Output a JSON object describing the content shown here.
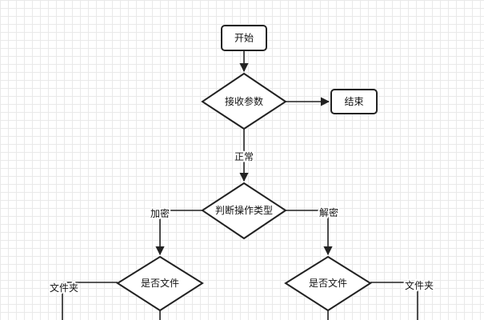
{
  "nodes": {
    "start": "开始",
    "receive_params": "接收参数",
    "end": "结束",
    "judge_op_type": "判断操作类型",
    "is_file_left": "是否文件",
    "is_file_right": "是否文件"
  },
  "edge_labels": {
    "normal": "正常",
    "encrypt": "加密",
    "decrypt": "解密",
    "folder_left": "文件夹",
    "folder_right": "文件夹"
  },
  "colors": {
    "stroke": "#222222",
    "fill": "#ffffff",
    "grid": "#e9e9e9"
  }
}
